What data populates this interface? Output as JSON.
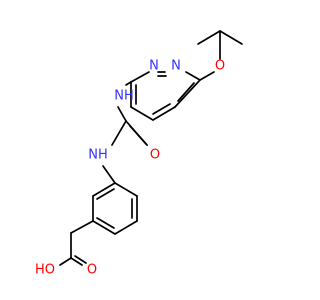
{
  "molecule": {
    "colors": {
      "bond": "#000000",
      "nitrogen": "#3333ff",
      "oxygen": "#ff0000",
      "background": "#ffffff"
    },
    "labels": {
      "n_ring_1": "N",
      "n_ring_2": "N",
      "o_ether": "O",
      "nh_1": "NH",
      "nh_1_h": "H",
      "nh_2": "NH",
      "nh_2_h": "H",
      "o_carbonyl": "O",
      "o_acid_h": "HO",
      "o_acid": "O"
    }
  }
}
